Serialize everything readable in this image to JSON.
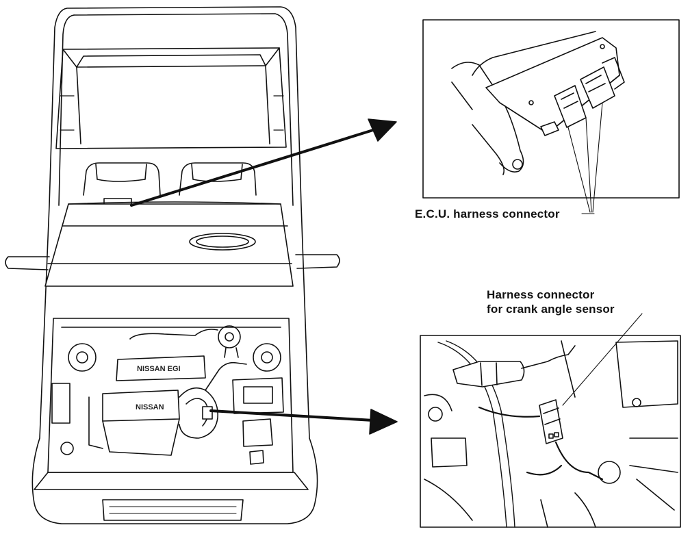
{
  "labels": {
    "ecu_connector": "E.C.U. harness connector",
    "crank_connector_line1": "Harness connector",
    "crank_connector_line2": "for crank angle sensor"
  },
  "engine_marks": {
    "intake": "NISSAN EGI",
    "valve_cover": "NISSAN"
  },
  "colors": {
    "ink": "#111111",
    "paper": "#ffffff"
  }
}
